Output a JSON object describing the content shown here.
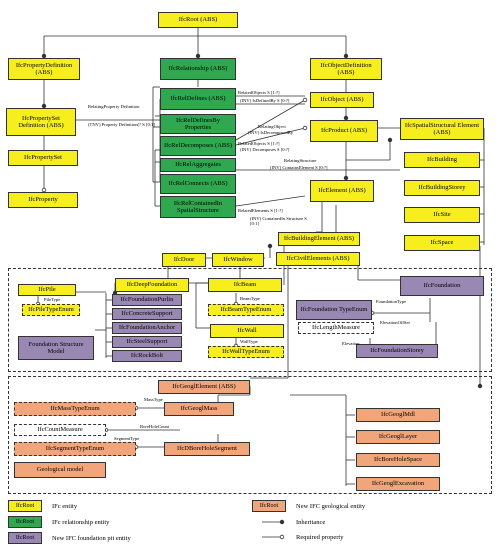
{
  "colors": {
    "ifc": "#f6ee1d",
    "relationship": "#2fa84f",
    "foundation": "#9a88b4",
    "geological": "#f0a57a"
  },
  "nodes": {
    "ifcroot": "IfcRoot (ABS)",
    "propdef": "IfcPropertyDefinition (ABS)",
    "relationship": "IfcRelationship (ABS)",
    "objdef": "IfcObjectDefinition (ABS)",
    "propset_def": "IfcPropertySet Definition (ABS)",
    "reldefines": "IfcRelDefines (ABS)",
    "object": "IfcObject (ABS)",
    "propset": "IfcPropertySet",
    "reldefinesbyprops": "IfcRelDefinesBy Properties",
    "reldecomposes": "IfcRelDecomposes (ABS)",
    "product": "IfcProduct (ABS)",
    "spatialstruct": "IfcSpatialStructural Element (ABS)",
    "relaggregates": "IfcRelAggregates",
    "building": "IfcBuilding",
    "property": "IfcProperty",
    "relconnects": "IfcRelConnects (ABS)",
    "element": "IfcElement (ABS)",
    "buildingstorey": "IfcBuildingStorey",
    "relcontained": "IfcRelContainedIn SpatialStructure",
    "site": "IfcSite",
    "buildingelement": "IfcBuildingElement (ABS)",
    "space": "IfcSpace",
    "door": "IfcDoor",
    "window": "IfcWindow",
    "civilelements": "IfcCivilElements (ABS)",
    "pile": "IfcPile",
    "deepfoundation": "IfcDeepFoundation",
    "beam": "IfcBeam",
    "foundation": "IfcFoundation",
    "piletypeenum": "IfcPileTypeEnum",
    "foundationpurlin": "IfcFoundationPurlin",
    "beamtypeenum": "IfcBeamTypeEnum",
    "foundationtypeenum": "IfcFoundation TypeEnum",
    "concretesupport": "IfcConcreteSupport",
    "foundationanchor": "IfcFoundationAnchor",
    "wall": "IfcWall",
    "lengthmeasure": "IfcLengthMeasure",
    "steelsupport": "IfcSteelSupport",
    "walltypeenum": "IfcWallTypeEnum",
    "foundationstorey": "IfcFoundationStorey",
    "rockbolt": "IfcRockBolt",
    "foundation_model": "Foundation Structure Model",
    "geogelement": "IfcGeoglElement (ABS)",
    "masstypeenum": "IfcMassTypeEnum",
    "geoglmass": "IfcGeoglMass",
    "geoglmdl": "IfcGeoglMdl",
    "geogllayer": "IfcGeoglLayer",
    "countmeasure": "IfcCountMeasure",
    "segmenttypeenum": "IfcSegmentTypeEnum",
    "boreholesegment": "IfcDBoreHoleSegment",
    "boreholespace": "IfcBoreHoleSpace",
    "geological_model": "Geological model",
    "geoglexcavation": "IfcGeoglExcavation"
  },
  "labels": {
    "relating_propdef": "RelatingProperty Definition",
    "tnv_propdef": "(TNV) Property Definition(? S [0:1]",
    "related_objects": "RelatedObjects S [1:?]",
    "is_defined_by": "(INV) IsDefinedBy S [0:?]",
    "relating_object": "RelatingObject",
    "is_decomposed_by": "(INV) IsDecomposedBy",
    "related_objects2": "RelatedObjects S [1:?]",
    "decomposes": "(INV) Decomposes S [0:?]",
    "relating_structure": "RelatingStructure",
    "contains_element": "(INV) ContainsElement S [0:?]",
    "related_elements": "RelatedElements S [1:?]",
    "contained_in": "(INV) ContainedIn Structure S [0:1]",
    "pile_type": "PileType",
    "beam_type": "BeamType",
    "wall_type": "WallType",
    "foundation_type": "FoundationType",
    "elevation_offset": "ElevationOffSet",
    "elevation": "Elevation",
    "mass_type": "MassType",
    "bore_hole_count": "BoreHoleCount",
    "segment_type": "SegmentType"
  },
  "legend": {
    "swatch": "IfcRoot",
    "ifc_entity": "IFc entity",
    "relationship_entity": "IFc relationship entity",
    "foundation_entity": "New IFC foundation pit entity",
    "geological_entity": "New IFC geological entity",
    "inheritance": "Inheritance",
    "required_property": "Required property"
  }
}
